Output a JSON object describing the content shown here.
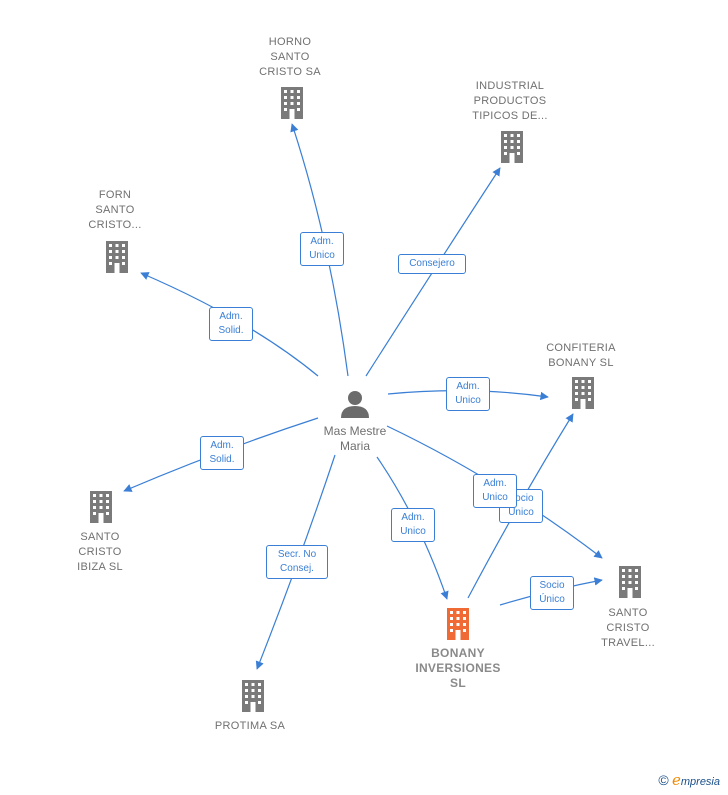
{
  "colors": {
    "edge": "#3a7fd5",
    "company_icon": "#7a7a7a",
    "main_company_icon": "#f06a35",
    "person_icon": "#6b6b6b"
  },
  "person": {
    "name_lines": [
      "Mas Mestre",
      "Maria"
    ],
    "icon": "person-icon"
  },
  "companies": [
    {
      "id": "horno",
      "label_lines": [
        "HORNO",
        "SANTO",
        "CRISTO SA"
      ],
      "icon": "building-icon",
      "main": false
    },
    {
      "id": "industrial",
      "label_lines": [
        "INDUSTRIAL",
        "PRODUCTOS",
        "TIPICOS DE..."
      ],
      "icon": "building-icon",
      "main": false
    },
    {
      "id": "forn",
      "label_lines": [
        "FORN",
        "SANTO",
        "CRISTO..."
      ],
      "icon": "building-icon",
      "main": false
    },
    {
      "id": "confiteria",
      "label_lines": [
        "CONFITERIA",
        "BONANY  SL"
      ],
      "icon": "building-icon",
      "main": false
    },
    {
      "id": "ibiza",
      "label_lines": [
        "SANTO",
        "CRISTO",
        "IBIZA  SL"
      ],
      "icon": "building-icon",
      "main": false
    },
    {
      "id": "travel",
      "label_lines": [
        "SANTO",
        "CRISTO",
        "TRAVEL..."
      ],
      "icon": "building-icon",
      "main": false
    },
    {
      "id": "bonany",
      "label_lines": [
        "BONANY",
        "INVERSIONES",
        "SL"
      ],
      "icon": "building-icon",
      "main": true
    },
    {
      "id": "protima",
      "label_lines": [
        "PROTIMA SA"
      ],
      "icon": "building-icon",
      "main": false
    }
  ],
  "edges": [
    {
      "id": "e-horno",
      "from": "person",
      "to": "horno",
      "label_lines": [
        "Adm.",
        "Unico"
      ]
    },
    {
      "id": "e-industrial",
      "from": "person",
      "to": "industrial",
      "label_lines": [
        "Consejero"
      ]
    },
    {
      "id": "e-forn",
      "from": "person",
      "to": "forn",
      "label_lines": [
        "Adm.",
        "Solid."
      ]
    },
    {
      "id": "e-confiteria",
      "from": "person",
      "to": "confiteria",
      "label_lines": [
        "Adm.",
        "Unico"
      ]
    },
    {
      "id": "e-ibiza",
      "from": "person",
      "to": "ibiza",
      "label_lines": [
        "Adm.",
        "Solid."
      ]
    },
    {
      "id": "e-protima",
      "from": "person",
      "to": "protima",
      "label_lines": [
        "Secr.  No",
        "Consej."
      ]
    },
    {
      "id": "e-bonany",
      "from": "person",
      "to": "bonany",
      "label_lines": [
        "Adm.",
        "Unico"
      ]
    },
    {
      "id": "e-travel",
      "from": "person",
      "to": "travel",
      "label_lines": [
        "Adm.",
        "Unico"
      ]
    },
    {
      "id": "e-bonany-confiteria",
      "from": "bonany",
      "to": "confiteria",
      "label_lines": [
        "Socio",
        "Único"
      ]
    },
    {
      "id": "e-bonany-travel",
      "from": "bonany",
      "to": "travel",
      "label_lines": [
        "Socio",
        "Único"
      ]
    }
  ],
  "watermark": {
    "copyright": "©",
    "brand_initial": "e",
    "brand_rest": "mpresia"
  }
}
